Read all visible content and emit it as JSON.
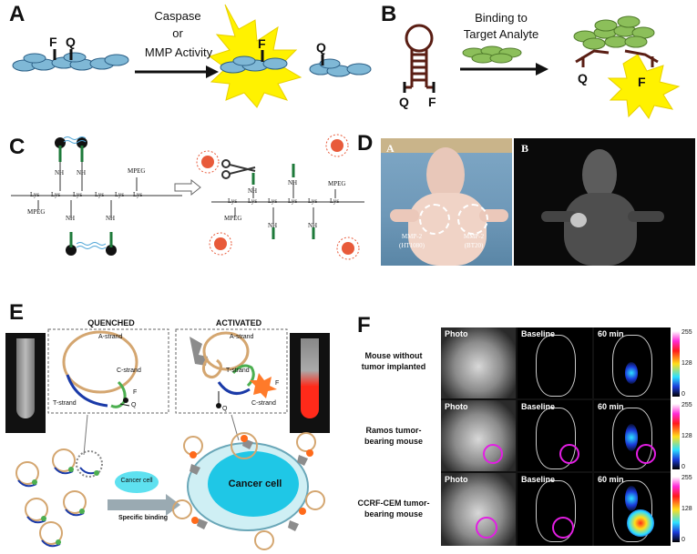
{
  "panels": {
    "a": {
      "letter": "A",
      "arrow_line1": "Caspase",
      "arrow_line2": "or",
      "arrow_line3": "MMP Activity",
      "f_label": "F",
      "q_label": "Q",
      "f_label_after": "F",
      "q_label_after": "Q"
    },
    "b": {
      "letter": "B",
      "arrow_line1": "Binding to",
      "arrow_line2": "Target Analyte",
      "q_label": "Q",
      "f_label": "F",
      "q_label_after": "Q",
      "f_label_after": "F"
    },
    "c": {
      "letter": "C",
      "labels": [
        "NH",
        "NH",
        "NH",
        "NH",
        "MPEG",
        "MPEG",
        "Lys",
        "Lys",
        "Lys",
        "Lys",
        "Lys",
        "Lys"
      ],
      "labels_right": [
        "NH",
        "NH",
        "NH",
        "NH",
        "MPEG",
        "MPEG",
        "Lys",
        "Lys",
        "Lys",
        "Lys",
        "Lys",
        "Lys"
      ]
    },
    "d": {
      "letter": "D",
      "sub_a": "A",
      "sub_b": "B",
      "circle1_line1": "MMP-2",
      "circle1_line2": "(HT1080)",
      "circle2_line1": "MMP-2",
      "circle2_line2": "(BT20)"
    },
    "e": {
      "letter": "E",
      "quenched": "QUENCHED",
      "activated": "ACTIVATED",
      "a_strand": "A-strand",
      "c_strand": "C-strand",
      "t_strand": "T-strand",
      "f": "F",
      "q": "Q",
      "a_strand_2": "A-strand",
      "t_strand_2": "T-strand",
      "c_strand_2": "C-strand",
      "f_2": "F",
      "q_2": "Q",
      "cancer_cell_small": "Cancer cell",
      "specific_binding": "Specific binding",
      "cancer_cell_big": "Cancer cell"
    },
    "f": {
      "letter": "F",
      "rows": [
        {
          "label_line1": "Mouse without",
          "label_line2": "tumor implanted"
        },
        {
          "label_line1": "Ramos tumor-",
          "label_line2": "bearing mouse"
        },
        {
          "label_line1": "CCRF-CEM tumor-",
          "label_line2": "bearing mouse"
        }
      ],
      "col_photo": "Photo",
      "col_baseline": "Baseline",
      "col_60min": "60 min",
      "scale_max": "255",
      "scale_mid": "128",
      "scale_min": "0"
    }
  },
  "colors": {
    "peptide_blue": "#7fb8d6",
    "flare_yellow": "#fff200",
    "hairpin_brown": "#5a1e14",
    "analyte_green": "#8cbf5a",
    "cancer_cell": "#5ee1f0",
    "activated_red": "#ff2a1a"
  }
}
